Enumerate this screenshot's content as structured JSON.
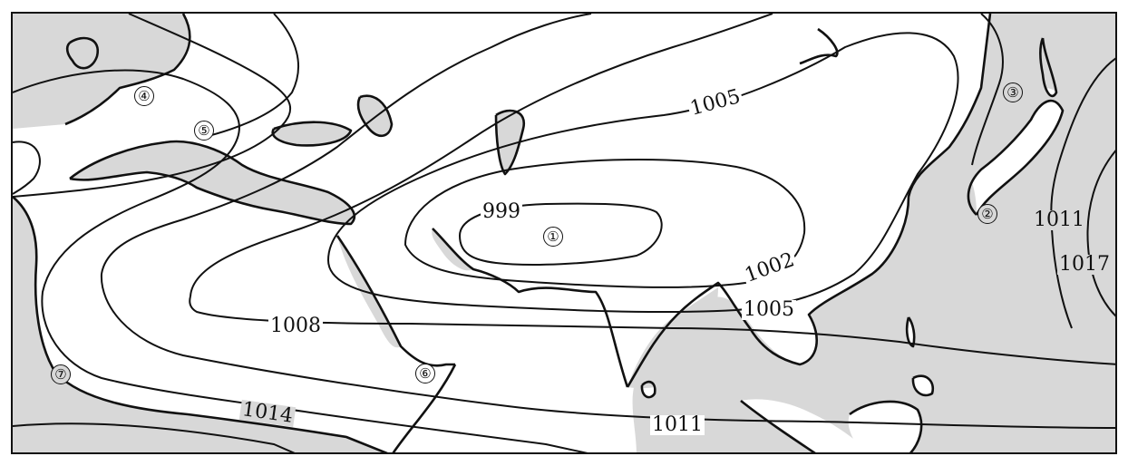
{
  "isobars": {
    "i999": "999",
    "i1002": "1002",
    "i1005_top": "1005",
    "i1005_bottom": "1005",
    "i1008": "1008",
    "i1011_left": "1011",
    "i1011_right": "1011",
    "i1014": "1014",
    "i1017": "1017"
  },
  "markers": {
    "m1": "①",
    "m2": "②",
    "m3": "③",
    "m4": "④",
    "m5": "⑤",
    "m6": "⑥",
    "m7": "⑦"
  }
}
